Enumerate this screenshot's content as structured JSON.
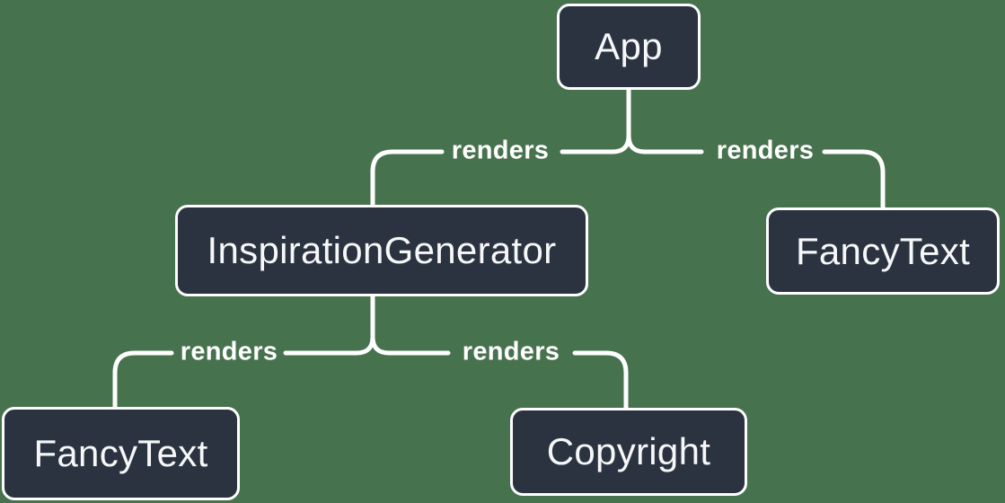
{
  "colors": {
    "background": "#47724E",
    "node-fill": "#2B3340",
    "node-border": "#FFFFFF",
    "node-text": "#F6F7F9",
    "line": "#FFFFFF",
    "label-text": "#FFFFFF"
  },
  "diagram": {
    "type": "component-render-tree"
  },
  "nodes": [
    {
      "id": "app",
      "label": "App"
    },
    {
      "id": "inspiration-generator",
      "label": "InspirationGenerator"
    },
    {
      "id": "fancy-text-top-right",
      "label": "FancyText"
    },
    {
      "id": "fancy-text-bottom-left",
      "label": "FancyText"
    },
    {
      "id": "copyright",
      "label": "Copyright"
    }
  ],
  "edges": [
    {
      "from": "App",
      "to": "InspirationGenerator",
      "label": "renders"
    },
    {
      "from": "App",
      "to": "FancyText",
      "label": "renders"
    },
    {
      "from": "InspirationGenerator",
      "to": "FancyText",
      "label": "renders"
    },
    {
      "from": "InspirationGenerator",
      "to": "Copyright",
      "label": "renders"
    }
  ]
}
